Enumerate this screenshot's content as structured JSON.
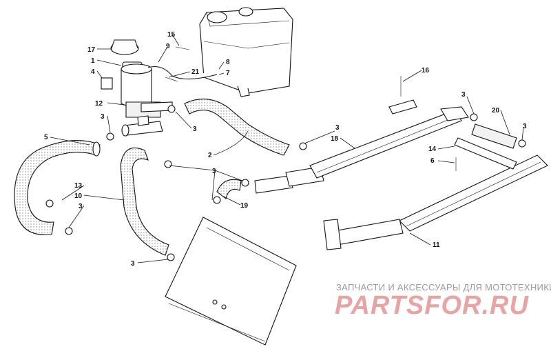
{
  "diagram": {
    "callouts": {
      "c1": "1",
      "c2": "2",
      "c3a": "3",
      "c3b": "3",
      "c3c": "3",
      "c3d": "3",
      "c3e": "3",
      "c3f": "3",
      "c3g": "3",
      "c3h": "3",
      "c4": "4",
      "c5": "5",
      "c6": "6",
      "c7": "7",
      "c8": "8",
      "c9": "9",
      "c10": "10",
      "c11": "11",
      "c12": "12",
      "c13": "13",
      "c14": "14",
      "c15": "15",
      "c16": "16",
      "c17": "17",
      "c18": "18",
      "c19": "19",
      "c20": "20",
      "c21": "21"
    }
  },
  "watermark": {
    "tagline": "ЗАПЧАСТИ И АКСЕССУАРЫ ДЛЯ МОТОТЕХНИКИ",
    "brand": "PARTSFOR.RU"
  },
  "colors": {
    "line": "#111111",
    "watermark_main": "#e8a4a4",
    "watermark_text": "#9a9a9a"
  }
}
